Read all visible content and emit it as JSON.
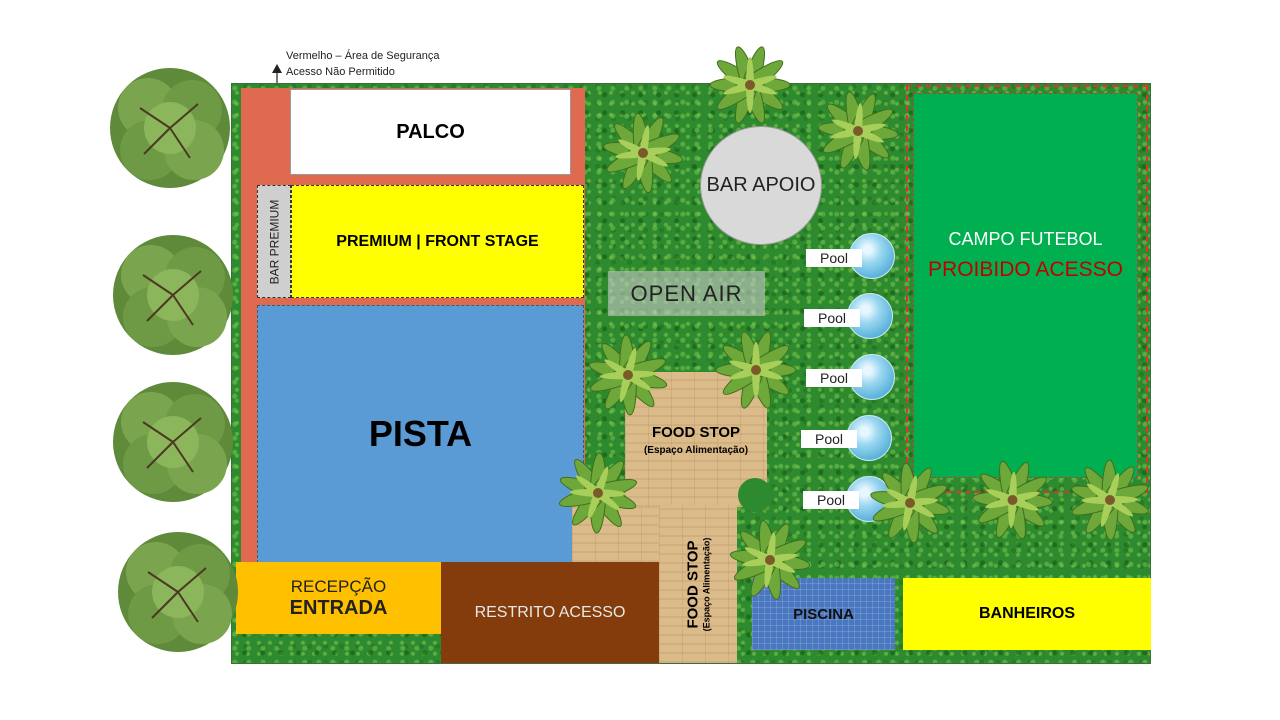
{
  "legend": {
    "line1": "Vermelho – Área de Segurança",
    "line2": "Acesso Não Permitido"
  },
  "zones": {
    "palco": "PALCO",
    "premium": "PREMIUM | FRONT STAGE",
    "bar_premium": "BAR PREMIUM",
    "pista": "PISTA",
    "recepcao_line1": "RECEPÇÃO",
    "recepcao_line2": "ENTRADA",
    "restrito": "RESTRITO ACESSO",
    "food_stop_1_title": "FOOD STOP",
    "food_stop_1_sub": "(Espaço  Alimentação)",
    "food_stop_2_title": "FOOD STOP",
    "food_stop_2_sub": "(Espaço  Alimentação)",
    "open_air": "OPEN AIR",
    "bar_apoio": "BAR APOIO",
    "campo_title": "CAMPO FUTEBOL",
    "campo_warning": "PROIBIDO ACESSO",
    "piscina": "PISCINA",
    "banheiros": "BANHEIROS"
  },
  "pools": [
    "Pool",
    "Pool",
    "Pool",
    "Pool",
    "Pool"
  ],
  "colors": {
    "grass": "#2e8a2e",
    "security_red": "#e06a50",
    "premium_yellow": "#ffff00",
    "pista_blue": "#5b9bd5",
    "recepcao_orange": "#ffc000",
    "restrito_brown": "#843c0c",
    "campo_green": "#00b050",
    "warning_red": "#c00000"
  },
  "icons": [
    "tree-icon",
    "palm-tree-icon",
    "pool-icon",
    "arrow-up-icon"
  ]
}
